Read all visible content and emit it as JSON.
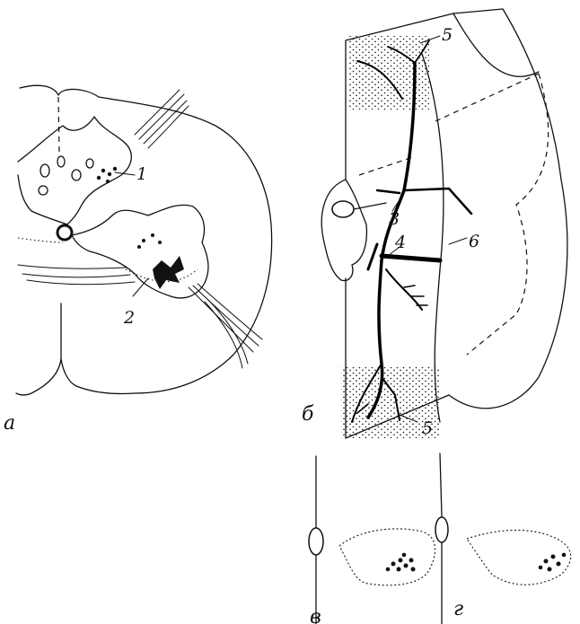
{
  "panels": {
    "a": "а",
    "b": "б",
    "v": "в",
    "g": "г"
  },
  "labels": {
    "l1": "1",
    "l2": "2",
    "l3": "3",
    "l4": "4",
    "l5_top": "5",
    "l5_bottom": "5",
    "l6": "6"
  }
}
